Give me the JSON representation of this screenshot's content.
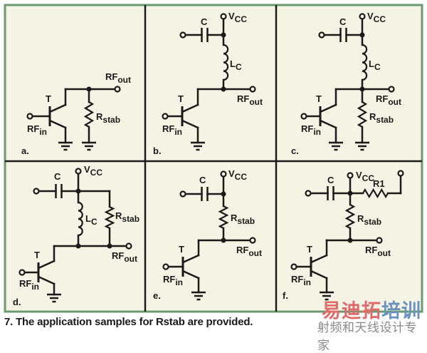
{
  "figure": {
    "caption": "7. The application samples for Rstab are provided.",
    "colors": {
      "background": "#f5f3e3",
      "outer_border": "#6a9a70",
      "lines": "#1a1a1a"
    },
    "panels": [
      {
        "id": "a",
        "label": "a.",
        "transistor": "T",
        "rf_in": "RF",
        "rf_in_sub": "in",
        "rf_out": "RF",
        "rf_out_sub": "out",
        "rstab": "R",
        "rstab_sub": "stab"
      },
      {
        "id": "b",
        "label": "b.",
        "transistor": "T",
        "rf_in": "RF",
        "rf_in_sub": "in",
        "rf_out": "RF",
        "rf_out_sub": "out",
        "vcc": "V",
        "vcc_sub": "CC",
        "cap": "C",
        "ind": "L",
        "ind_sub": "C"
      },
      {
        "id": "c",
        "label": "c.",
        "transistor": "T",
        "rf_in": "RF",
        "rf_in_sub": "in",
        "rf_out": "RF",
        "rf_out_sub": "out",
        "vcc": "V",
        "vcc_sub": "CC",
        "cap": "C",
        "ind": "L",
        "ind_sub": "C",
        "rstab": "R",
        "rstab_sub": "stab"
      },
      {
        "id": "d",
        "label": "d.",
        "transistor": "T",
        "rf_in": "RF",
        "rf_in_sub": "in",
        "rf_out": "RF",
        "rf_out_sub": "out",
        "vcc": "V",
        "vcc_sub": "CC",
        "cap": "C",
        "ind": "L",
        "ind_sub": "C",
        "rstab": "R",
        "rstab_sub": "stab"
      },
      {
        "id": "e",
        "label": "e.",
        "transistor": "T",
        "rf_in": "RF",
        "rf_in_sub": "in",
        "rf_out": "RF",
        "rf_out_sub": "out",
        "vcc": "V",
        "vcc_sub": "CC",
        "cap": "C",
        "rstab": "R",
        "rstab_sub": "stab"
      },
      {
        "id": "f",
        "label": "f.",
        "transistor": "T",
        "rf_in": "RF",
        "rf_in_sub": "in",
        "rf_out": "RF",
        "rf_out_sub": "out",
        "vcc": "V",
        "vcc_sub": "CC",
        "cap": "C",
        "rstab": "R",
        "rstab_sub": "stab",
        "r1": "R1"
      }
    ]
  },
  "watermark": {
    "line1_red": "易迪拓",
    "line1_blue": "培训",
    "line2": "射频和天线设计专家"
  }
}
